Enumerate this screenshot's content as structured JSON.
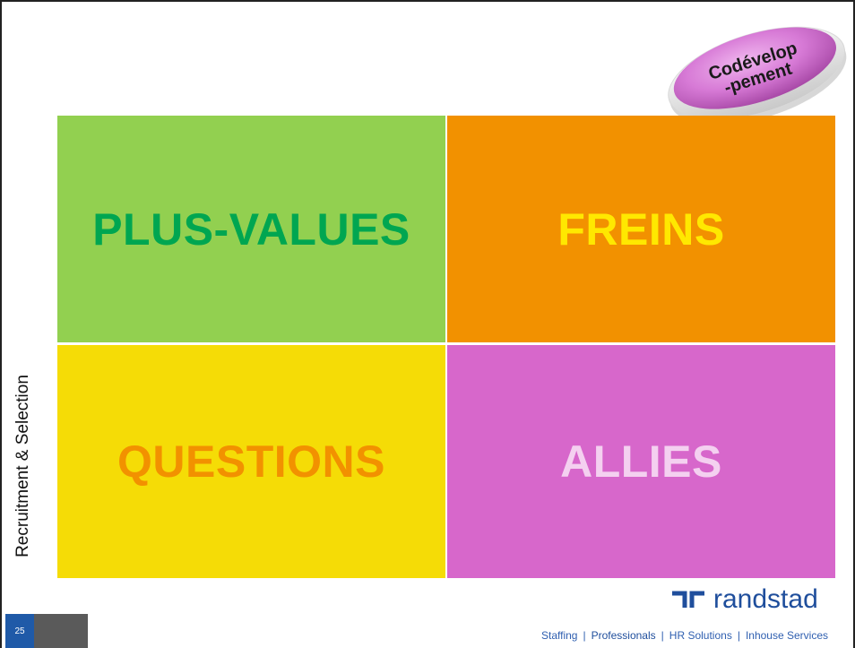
{
  "badge": {
    "line1": "Codévelop",
    "line2": "-pement",
    "color": "#d16fd0"
  },
  "quadrants": [
    {
      "label": "PLUS-VALUES",
      "bg": "#92d050",
      "fg": "#00a651"
    },
    {
      "label": "FREINS",
      "bg": "#f29100",
      "fg": "#ffe800"
    },
    {
      "label": "QUESTIONS",
      "bg": "#f5dc06",
      "fg": "#f29100"
    },
    {
      "label": "ALLIES",
      "bg": "#d767cb",
      "fg": "#f4d0f0"
    }
  ],
  "side_label": "Recruitment & Selection",
  "logo": {
    "word": "randstad",
    "color": "#1f4e9c",
    "icon": "randstad-logo-icon"
  },
  "tagline": {
    "items": [
      "Staffing",
      "Professionals",
      "HR Solutions",
      "Inhouse Services"
    ]
  },
  "page_number": "25"
}
